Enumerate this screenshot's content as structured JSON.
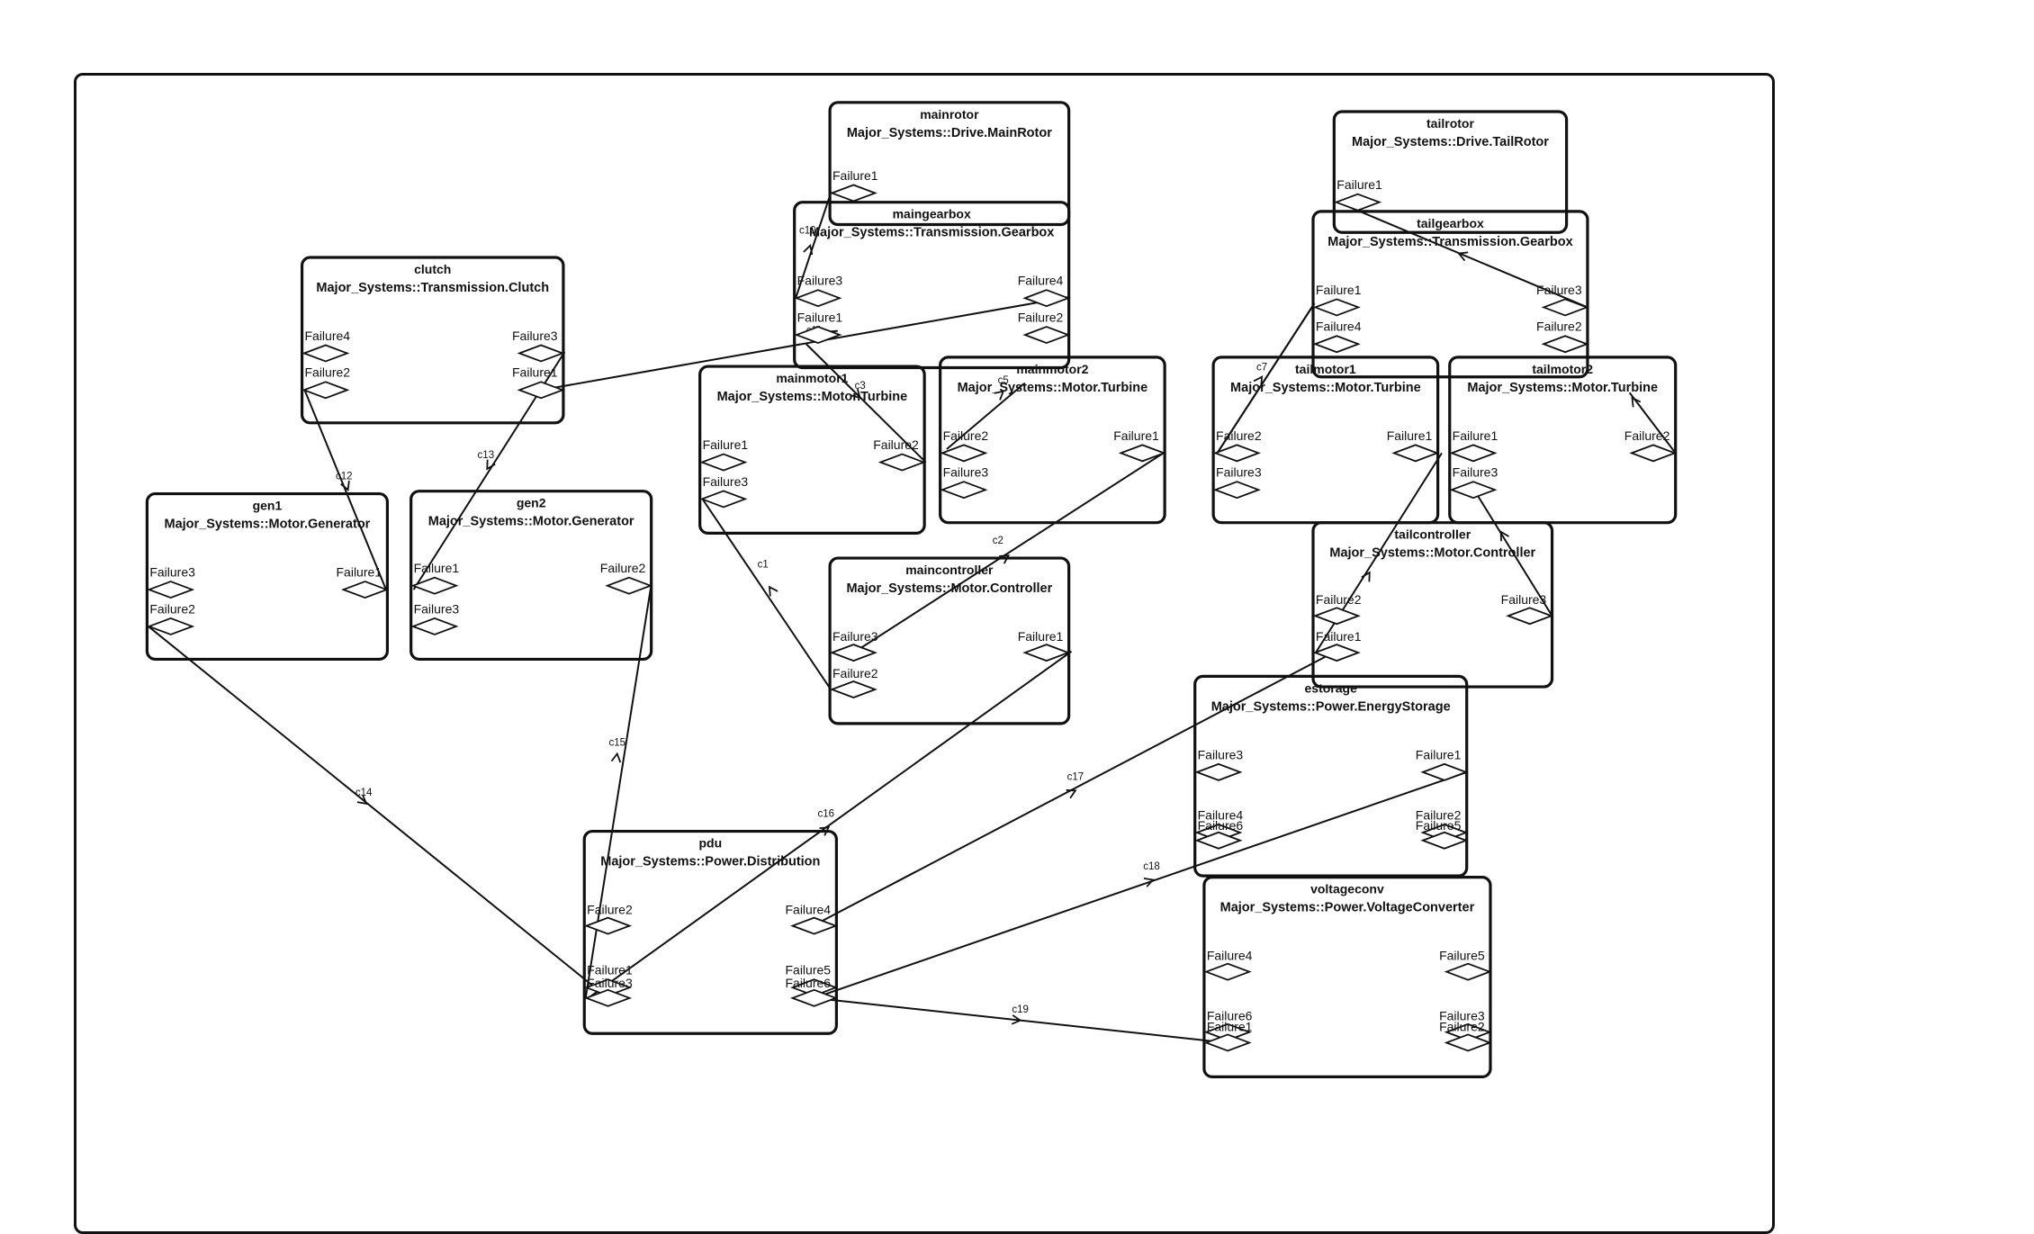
{
  "blocks": [
    {
      "id": "mainrotor",
      "name": "mainrotor",
      "type": "Major_Systems::Drive.MainRotor"
    },
    {
      "id": "tailrotor",
      "name": "tailrotor",
      "type": "Major_Systems::Drive.TailRotor"
    },
    {
      "id": "maingearbox",
      "name": "maingearbox",
      "type": "Major_Systems::Transmission.Gearbox"
    },
    {
      "id": "tailgearbox",
      "name": "tailgearbox",
      "type": "Major_Systems::Transmission.Gearbox"
    },
    {
      "id": "clutch",
      "name": "clutch",
      "type": "Major_Systems::Transmission.Clutch"
    },
    {
      "id": "mainmotor1",
      "name": "mainmotor1",
      "type": "Major_Systems::Motor.Turbine"
    },
    {
      "id": "mainmotor2",
      "name": "mainmotor2",
      "type": "Major_Systems::Motor.Turbine"
    },
    {
      "id": "tailmotor1",
      "name": "tailmotor1",
      "type": "Major_Systems::Motor.Turbine"
    },
    {
      "id": "tailmotor2",
      "name": "tailmotor2",
      "type": "Major_Systems::Motor.Turbine"
    },
    {
      "id": "gen1",
      "name": "gen1",
      "type": "Major_Systems::Motor.Generator"
    },
    {
      "id": "gen2",
      "name": "gen2",
      "type": "Major_Systems::Motor.Generator"
    },
    {
      "id": "maincontroller",
      "name": "maincontroller",
      "type": "Major_Systems::Motor.Controller"
    },
    {
      "id": "tailcontroller",
      "name": "tailcontroller",
      "type": "Major_Systems::Motor.Controller"
    },
    {
      "id": "estorage",
      "name": "estorage",
      "type": "Major_Systems::Power.EnergyStorage"
    },
    {
      "id": "pdu",
      "name": "pdu",
      "type": "Major_Systems::Power.Distribution"
    },
    {
      "id": "voltageconv",
      "name": "voltageconv",
      "type": "Major_Systems::Power.VoltageConverter"
    }
  ],
  "ports": [
    {
      "block": "mainrotor",
      "label": "Failure1"
    },
    {
      "block": "tailrotor",
      "label": "Failure1"
    },
    {
      "block": "maingearbox",
      "label": "Failure3"
    },
    {
      "block": "maingearbox",
      "label": "Failure1"
    },
    {
      "block": "maingearbox",
      "label": "Failure4"
    },
    {
      "block": "maingearbox",
      "label": "Failure2"
    },
    {
      "block": "tailgearbox",
      "label": "Failure1"
    },
    {
      "block": "tailgearbox",
      "label": "Failure4"
    },
    {
      "block": "tailgearbox",
      "label": "Failure3"
    },
    {
      "block": "tailgearbox",
      "label": "Failure2"
    },
    {
      "block": "clutch",
      "label": "Failure4"
    },
    {
      "block": "clutch",
      "label": "Failure2"
    },
    {
      "block": "clutch",
      "label": "Failure3"
    },
    {
      "block": "clutch",
      "label": "Failure1"
    },
    {
      "block": "mainmotor1",
      "label": "Failure1"
    },
    {
      "block": "mainmotor1",
      "label": "Failure3"
    },
    {
      "block": "mainmotor1",
      "label": "Failure2"
    },
    {
      "block": "mainmotor2",
      "label": "Failure2"
    },
    {
      "block": "mainmotor2",
      "label": "Failure3"
    },
    {
      "block": "mainmotor2",
      "label": "Failure1"
    },
    {
      "block": "tailmotor1",
      "label": "Failure2"
    },
    {
      "block": "tailmotor1",
      "label": "Failure3"
    },
    {
      "block": "tailmotor1",
      "label": "Failure1"
    },
    {
      "block": "tailmotor2",
      "label": "Failure1"
    },
    {
      "block": "tailmotor2",
      "label": "Failure3"
    },
    {
      "block": "tailmotor2",
      "label": "Failure2"
    },
    {
      "block": "gen1",
      "label": "Failure3"
    },
    {
      "block": "gen1",
      "label": "Failure2"
    },
    {
      "block": "gen1",
      "label": "Failure1"
    },
    {
      "block": "gen2",
      "label": "Failure1"
    },
    {
      "block": "gen2",
      "label": "Failure3"
    },
    {
      "block": "gen2",
      "label": "Failure2"
    },
    {
      "block": "maincontroller",
      "label": "Failure3"
    },
    {
      "block": "maincontroller",
      "label": "Failure2"
    },
    {
      "block": "maincontroller",
      "label": "Failure1"
    },
    {
      "block": "tailcontroller",
      "label": "Failure2"
    },
    {
      "block": "tailcontroller",
      "label": "Failure1"
    },
    {
      "block": "tailcontroller",
      "label": "Failure3"
    },
    {
      "block": "estorage",
      "label": "Failure3"
    },
    {
      "block": "estorage",
      "label": "Failure4"
    },
    {
      "block": "estorage",
      "label": "Failure6"
    },
    {
      "block": "estorage",
      "label": "Failure1"
    },
    {
      "block": "estorage",
      "label": "Failure2"
    },
    {
      "block": "estorage",
      "label": "Failure5"
    },
    {
      "block": "pdu",
      "label": "Failure2"
    },
    {
      "block": "pdu",
      "label": "Failure1"
    },
    {
      "block": "pdu",
      "label": "Failure3"
    },
    {
      "block": "pdu",
      "label": "Failure4"
    },
    {
      "block": "pdu",
      "label": "Failure5"
    },
    {
      "block": "pdu",
      "label": "Failure6"
    },
    {
      "block": "voltageconv",
      "label": "Failure4"
    },
    {
      "block": "voltageconv",
      "label": "Failure6"
    },
    {
      "block": "voltageconv",
      "label": "Failure1"
    },
    {
      "block": "voltageconv",
      "label": "Failure5"
    },
    {
      "block": "voltageconv",
      "label": "Failure3"
    },
    {
      "block": "voltageconv",
      "label": "Failure2"
    }
  ],
  "connections": [
    {
      "id": "c1",
      "label": "c1"
    },
    {
      "id": "c2",
      "label": "c2"
    },
    {
      "id": "c3",
      "label": "c3"
    },
    {
      "id": "c5",
      "label": "c5"
    },
    {
      "id": "c7",
      "label": "c7"
    },
    {
      "id": "c10",
      "label": "c10"
    },
    {
      "id": "c11",
      "label": "c11"
    },
    {
      "id": "c12",
      "label": "c12"
    },
    {
      "id": "c13",
      "label": "c13"
    },
    {
      "id": "c14",
      "label": "c14"
    },
    {
      "id": "c15",
      "label": "c15"
    },
    {
      "id": "c16",
      "label": "c16"
    },
    {
      "id": "c17",
      "label": "c17"
    },
    {
      "id": "c18",
      "label": "c18"
    },
    {
      "id": "c19",
      "label": "c19"
    },
    {
      "id": "c_clutch_mgb",
      "label": ""
    },
    {
      "id": "c_gen1_clutch",
      "label": ""
    },
    {
      "id": "c_tm1_tgb",
      "label": ""
    },
    {
      "id": "c_tm2_tgb",
      "label": ""
    },
    {
      "id": "c_tr_tgb",
      "label": ""
    },
    {
      "id": "c_tm1_tc",
      "label": ""
    },
    {
      "id": "c_tm2_tc",
      "label": ""
    }
  ]
}
